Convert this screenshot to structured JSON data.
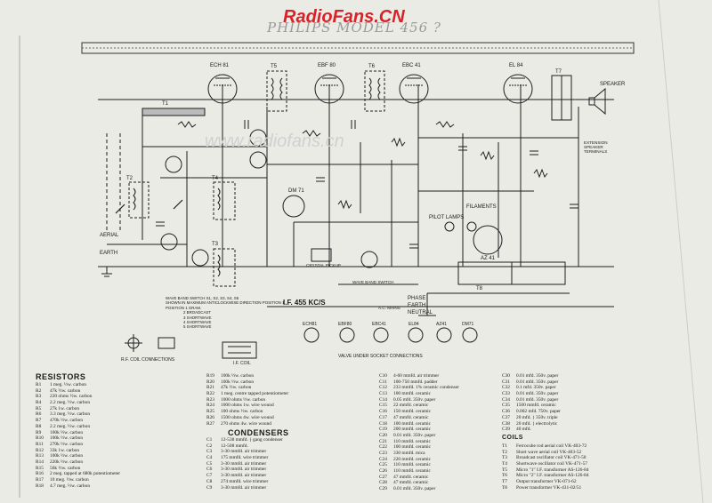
{
  "header": {
    "watermark": "RadioFans.CN",
    "handwritten_title": "PHILIPS MODEL 456 ?"
  },
  "tubes": [
    "ECH 81",
    "EBF 80",
    "EBC 41",
    "EL 84",
    "DM 71",
    "AZ 41"
  ],
  "transformers": [
    "T1",
    "T2",
    "T3",
    "T4",
    "T5",
    "T6",
    "T7",
    "T8"
  ],
  "schematic_labels": {
    "aerial": "AERIAL",
    "earth": "EARTH",
    "speaker": "SPEAKER",
    "ext_speaker": "EXTENSION SPEAKER TERMINALS",
    "filaments": "FILAMENTS",
    "pilot_lamps": "PILOT LAMPS",
    "crystal_pickup": "CRYSTAL PICKUP",
    "phase": "PHASE",
    "neutral": "NEUTRAL",
    "earth_main": "EARTH",
    "ac_mains": "A.C. MAINS",
    "if_freq": "I.F. 455 KC/S",
    "socket_caption": "VALVE UNDER SOCKET CONNECTIONS",
    "rf_coil": "R.F. COIL CONNECTIONS",
    "if_coil": "I.F. COIL",
    "wave_switch": "WAVE BAND SWITCH",
    "switch_note_1": "WAVE BAND SWITCH S1, S2, S3, S4, S5",
    "switch_note_2": "SHOWN IN MAXIMUM ANTICLOCKWISE DIRECTION  POSITION 1",
    "position_1": "POSITION 1  GRAM.",
    "position_2": "2  BROADCAST",
    "position_3": "3  SHORTWAVE",
    "position_4": "4  SHORTWAVE",
    "position_5": "5  SHORTWAVE"
  },
  "socket_views": [
    "ECH81",
    "EBF80",
    "EBC41",
    "EL84",
    "AZ41",
    "DM71"
  ],
  "resistors_heading": "RESISTORS",
  "resistors_1": [
    [
      "R1",
      "1 meg. ½w. carbon"
    ],
    [
      "R2",
      "47k ½w. carbon"
    ],
    [
      "R3",
      "220 ohms ½w. carbon"
    ],
    [
      "R4",
      "2.2 meg. ½w. carbon"
    ],
    [
      "R5",
      "27k 1w. carbon"
    ],
    [
      "R6",
      "3.3 meg. ½w. carbon"
    ],
    [
      "R7",
      "470k ½w. carbon"
    ],
    [
      "R8",
      "2.2 meg. ½w. carbon"
    ],
    [
      "R9",
      "100k ½w. carbon"
    ],
    [
      "R10",
      "100k ½w. carbon"
    ],
    [
      "R11",
      "270k ½w. carbon"
    ],
    [
      "R12",
      "33k 1w. carbon"
    ],
    [
      "R13",
      "100k ½w. carbon"
    ],
    [
      "R14",
      "220k ½w. carbon"
    ],
    [
      "R15",
      "56k ½w. carbon"
    ],
    [
      "R16",
      "2 meg. tapped at 680k potentiometer"
    ],
    [
      "R17",
      "10 meg. ½w. carbon"
    ],
    [
      "R18",
      "4.7 meg. ½w. carbon"
    ]
  ],
  "resistors_2": [
    [
      "R19",
      "100k ½w. carbon"
    ],
    [
      "R20",
      "100k ½w. carbon"
    ],
    [
      "R21",
      "47k ½w. carbon"
    ],
    [
      "R22",
      "1 meg. centre tapped potentiometer"
    ],
    [
      "R23",
      "1000 ohms ½w. carbon"
    ],
    [
      "R24",
      "1000 ohms 1w. wire wound"
    ],
    [
      "R25",
      "100 ohms ½w. carbon"
    ],
    [
      "R26",
      "1500 ohms 4w. wire wound"
    ],
    [
      "R27",
      "270 ohms 4w. wire wound"
    ]
  ],
  "condensers_heading": "CONDENSERS",
  "condensers_1": [
    [
      "C1",
      "12-538 mmfd. } gang condenser"
    ],
    [
      "C2",
      "12-508 mmfd."
    ],
    [
      "C3",
      "3-30 mmfd. air trimmer"
    ],
    [
      "C4",
      "175 mmfd. wire trimmer"
    ],
    [
      "C5",
      "3-30 mmfd. air trimmer"
    ],
    [
      "C6",
      "3-30 mmfd. air trimmer"
    ],
    [
      "C7",
      "3-30 mmfd. air trimmer"
    ],
    [
      "C8",
      "274 mmfd. wire trimmer"
    ],
    [
      "C9",
      "3-30 mmfd. air trimmer"
    ]
  ],
  "condensers_2": [
    [
      "C10",
      "4-60 mmfd. air trimmer"
    ],
    [
      "C11",
      "100-750 mmfd. padder"
    ],
    [
      "C12",
      "233 mmfd. 1% ceramic condenser"
    ],
    [
      "C13",
      "100 mmfd. ceramic"
    ],
    [
      "C14",
      "0.05 mfd. 350v. paper"
    ],
    [
      "C15",
      "22 mmfd. ceramic"
    ],
    [
      "C16",
      "150 mmfd. ceramic"
    ],
    [
      "C17",
      "47 mmfd. ceramic"
    ],
    [
      "C18",
      "100 mmfd. ceramic"
    ],
    [
      "C19",
      "200 mmfd. ceramic"
    ],
    [
      "C20",
      "0.01 mfd. 350v. paper"
    ],
    [
      "C21",
      "110 mmfd. ceramic"
    ],
    [
      "C22",
      "100 mmfd. ceramic"
    ],
    [
      "C23",
      "330 mmfd. mica"
    ],
    [
      "C24",
      "220 mmfd. ceramic"
    ],
    [
      "C25",
      "110 mmfd. ceramic"
    ],
    [
      "C26",
      "110 mmfd. ceramic"
    ],
    [
      "C27",
      "47 mmfd. ceramic"
    ],
    [
      "C28",
      "47 mmfd. ceramic"
    ],
    [
      "C29",
      "0.01 mfd. 350v. paper"
    ]
  ],
  "condensers_3": [
    [
      "C30",
      "0.01 mfd. 350v. paper"
    ],
    [
      "C31",
      "0.01 mfd. 350v. paper"
    ],
    [
      "C32",
      "0.1 mfd. 350v. paper"
    ],
    [
      "C33",
      "0.01 mfd. 350v. paper"
    ],
    [
      "C34",
      "0.01 mfd. 350v. paper"
    ],
    [
      "C35",
      "1500 mmfd. ceramic"
    ],
    [
      "C36",
      "0.002 mfd. 750v. paper"
    ],
    [
      "C37",
      "20 mfd. } 350v. triple"
    ],
    [
      "C38",
      "20 mfd. } electrolytic"
    ],
    [
      "C39",
      "40 mfd."
    ]
  ],
  "coils_heading": "COILS",
  "coils": [
    [
      "T1",
      "Ferrocube rod aerial coil VK-403-72"
    ],
    [
      "T2",
      "Short wave aerial coil VK-403-52"
    ],
    [
      "T3",
      "Broadcast oscillator coil VK-471-50"
    ],
    [
      "T4",
      "Shortwave oscillator coil VK-471-57"
    ],
    [
      "T5",
      "Micro \"1\" I.F. transformer AS-126-84"
    ],
    [
      "T6",
      "Micro \"2\" I.F. transformer AS-126-84"
    ],
    [
      "T7",
      "Output transformer VK-071-62"
    ],
    [
      "T8",
      "Power transformer VK-431-02/51"
    ]
  ]
}
